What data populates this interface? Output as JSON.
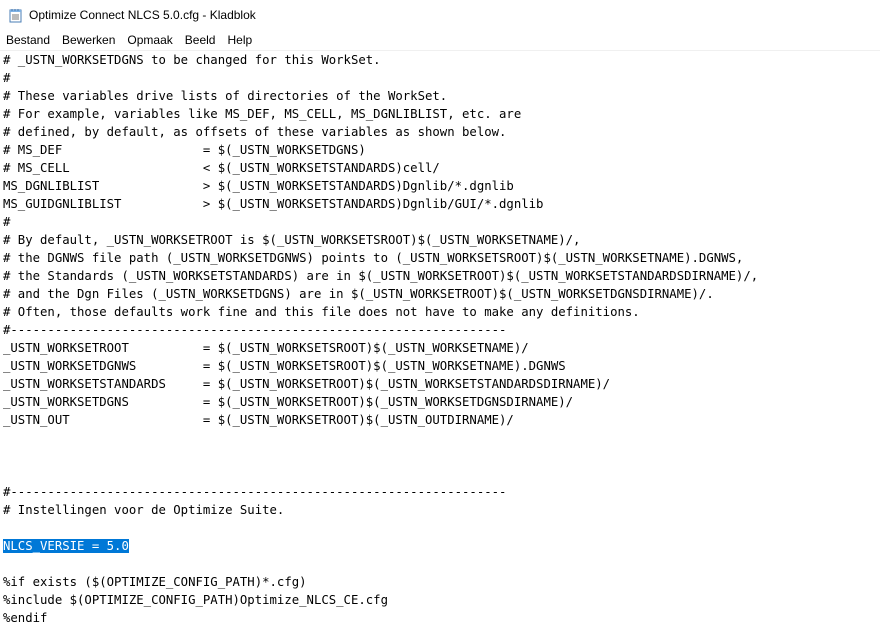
{
  "window": {
    "title": "Optimize Connect NLCS 5.0.cfg - Kladblok",
    "icon": "notepad-icon"
  },
  "menu": {
    "items": [
      "Bestand",
      "Bewerken",
      "Opmaak",
      "Beeld",
      "Help"
    ]
  },
  "editor": {
    "selected_line_index": 27,
    "lines": [
      "# _USTN_WORKSETDGNS to be changed for this WorkSet.",
      "#",
      "# These variables drive lists of directories of the WorkSet.",
      "# For example, variables like MS_DEF, MS_CELL, MS_DGNLIBLIST, etc. are",
      "# defined, by default, as offsets of these variables as shown below.",
      "# MS_DEF                   = $(_USTN_WORKSETDGNS)",
      "# MS_CELL                  < $(_USTN_WORKSETSTANDARDS)cell/",
      "MS_DGNLIBLIST              > $(_USTN_WORKSETSTANDARDS)Dgnlib/*.dgnlib",
      "MS_GUIDGNLIBLIST           > $(_USTN_WORKSETSTANDARDS)Dgnlib/GUI/*.dgnlib",
      "#",
      "# By default, _USTN_WORKSETROOT is $(_USTN_WORKSETSROOT)$(_USTN_WORKSETNAME)/,",
      "# the DGNWS file path (_USTN_WORKSETDGNWS) points to (_USTN_WORKSETSROOT)$(_USTN_WORKSETNAME).DGNWS,",
      "# the Standards (_USTN_WORKSETSTANDARDS) are in $(_USTN_WORKSETROOT)$(_USTN_WORKSETSTANDARDSDIRNAME)/,",
      "# and the Dgn Files (_USTN_WORKSETDGNS) are in $(_USTN_WORKSETROOT)$(_USTN_WORKSETDGNSDIRNAME)/.",
      "# Often, those defaults work fine and this file does not have to make any definitions.",
      "#-------------------------------------------------------------------",
      "_USTN_WORKSETROOT          = $(_USTN_WORKSETSROOT)$(_USTN_WORKSETNAME)/",
      "_USTN_WORKSETDGNWS         = $(_USTN_WORKSETSROOT)$(_USTN_WORKSETNAME).DGNWS",
      "_USTN_WORKSETSTANDARDS     = $(_USTN_WORKSETROOT)$(_USTN_WORKSETSTANDARDSDIRNAME)/",
      "_USTN_WORKSETDGNS          = $(_USTN_WORKSETROOT)$(_USTN_WORKSETDGNSDIRNAME)/",
      "_USTN_OUT                  = $(_USTN_WORKSETROOT)$(_USTN_OUTDIRNAME)/",
      "",
      "",
      "",
      "#-------------------------------------------------------------------",
      "# Instellingen voor de Optimize Suite.",
      "",
      "NLCS_VERSIE = 5.0",
      "",
      "%if exists ($(OPTIMIZE_CONFIG_PATH)*.cfg)",
      "%include $(OPTIMIZE_CONFIG_PATH)Optimize_NLCS_CE.cfg",
      "%endif"
    ]
  }
}
